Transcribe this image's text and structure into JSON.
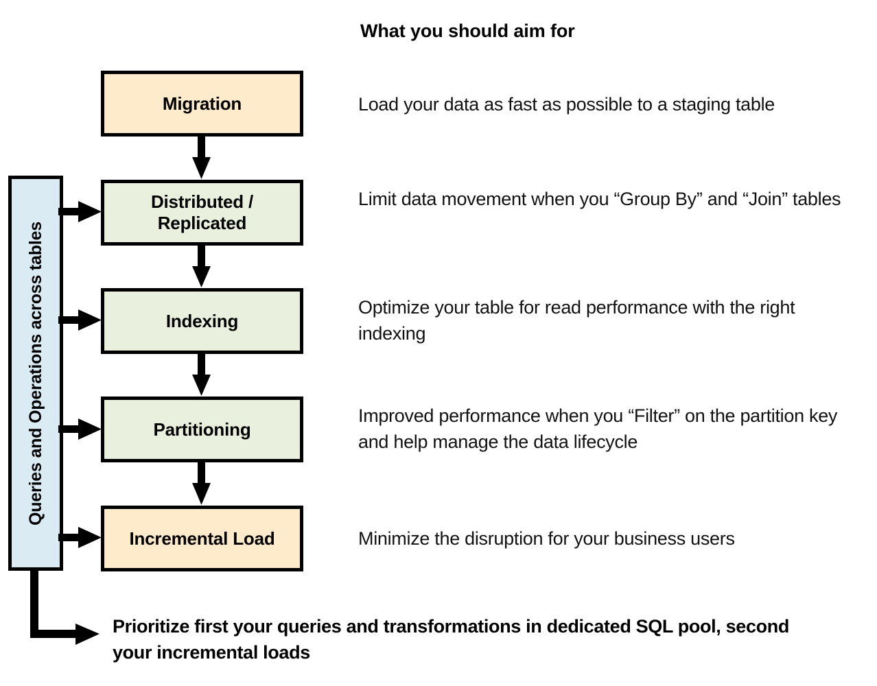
{
  "header": {
    "aim_title": "What you should aim for"
  },
  "side_band": {
    "label": "Queries and Operations across tables",
    "color": "#DAEBF3"
  },
  "colors": {
    "stage_fill": "#FDEBCB",
    "process_fill": "#E9F0DE",
    "band_fill": "#DAEBF3",
    "stroke": "#000000",
    "background": "#FFFFFF"
  },
  "steps": [
    {
      "id": "migration",
      "label": "Migration",
      "fill": "#FDEBCB",
      "description": "Load your data as fast as possible to a staging table",
      "has_side_arrow": false
    },
    {
      "id": "distributed-replicated",
      "label": "Distributed /\nReplicated",
      "fill": "#E9F0DE",
      "description": "Limit data movement when you “Group By” and “Join” tables",
      "has_side_arrow": true
    },
    {
      "id": "indexing",
      "label": "Indexing",
      "fill": "#E9F0DE",
      "description": "Optimize your table for read performance with the right indexing",
      "has_side_arrow": true
    },
    {
      "id": "partitioning",
      "label": "Partitioning",
      "fill": "#E9F0DE",
      "description": "Improved performance when you “Filter” on the partition key and help manage the data lifecycle",
      "has_side_arrow": true
    },
    {
      "id": "incremental-load",
      "label": "Incremental Load",
      "fill": "#FDEBCB",
      "description": "Minimize the disruption for your business users",
      "has_side_arrow": true
    }
  ],
  "footer": {
    "note": "Prioritize first your queries and transformations in dedicated SQL pool, second your incremental loads"
  }
}
